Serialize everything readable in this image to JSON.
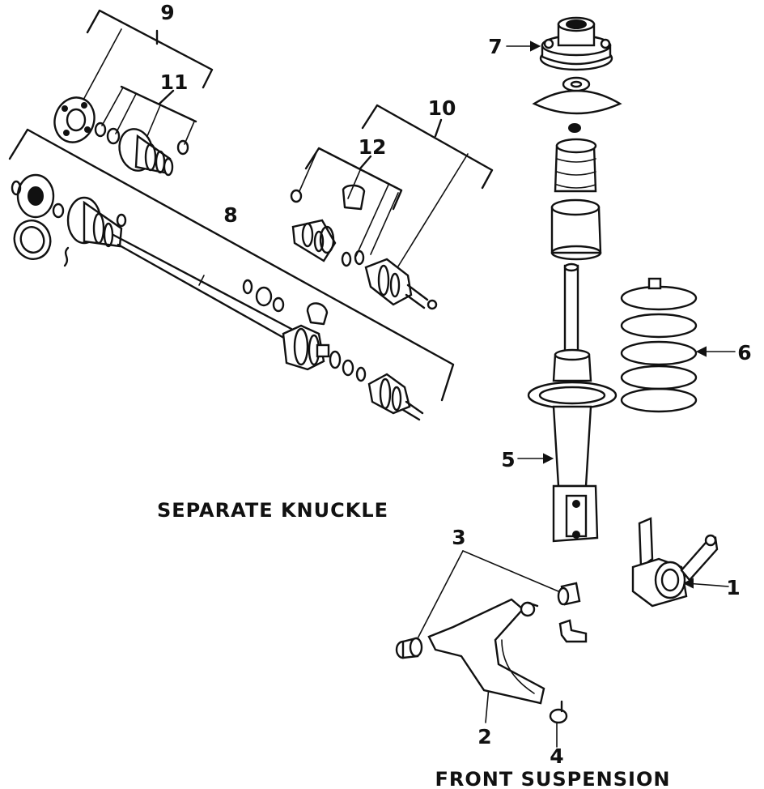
{
  "callouts": {
    "c1": "1",
    "c2": "2",
    "c3": "3",
    "c4": "4",
    "c5": "5",
    "c6": "6",
    "c7": "7",
    "c8": "8",
    "c9": "9",
    "c10": "10",
    "c11": "11",
    "c12": "12"
  },
  "captions": {
    "separate_knuckle": "SEPARATE KNUCKLE",
    "front_suspension": "FRONT SUSPENSION"
  }
}
